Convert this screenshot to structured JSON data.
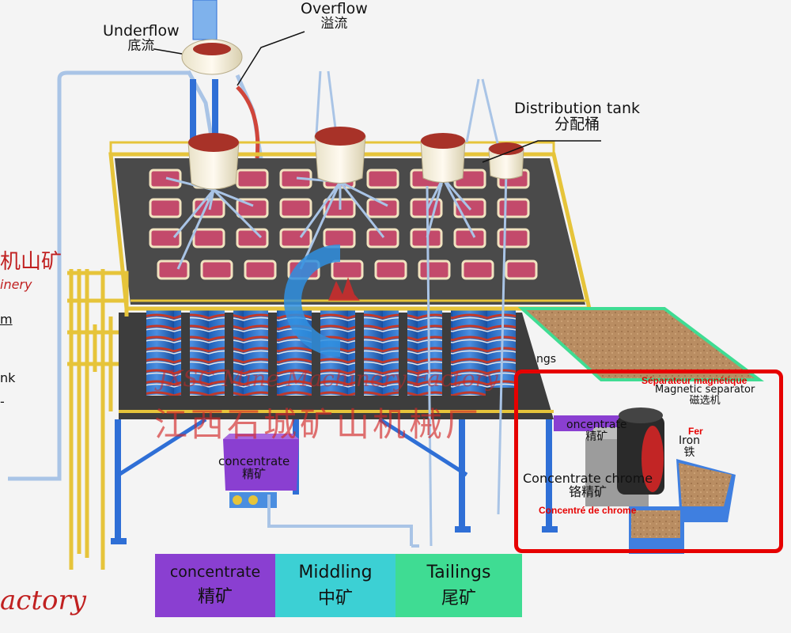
{
  "labels": {
    "underflow_en": "Underflow",
    "underflow_zh": "底流",
    "overflow_en": "Overflow",
    "overflow_zh": "溢流",
    "distribution_en": "Distribution tank",
    "distribution_zh": "分配桶",
    "tailings_partial": "ngs",
    "magsep_en": "Magnetic separator",
    "magsep_zh": "磁选机",
    "concentrate_side_en": "oncentrate",
    "concentrate_side_zh": "精矿",
    "iron_en": "Iron",
    "iron_zh": "铁",
    "conc_chrome_en": "Concentrate chrome",
    "conc_chrome_zh": "铬精矿",
    "concentrate_tank_en": "concentrate",
    "concentrate_tank_zh": "精矿",
    "left_partial_1": "m",
    "left_partial_2": "nk",
    "left_partial_3": "-",
    "left_partial_4": "inery",
    "left_red_zh": "机山矿",
    "factory_partial": "actory"
  },
  "french_labels": {
    "separateur": "Séparateur magnétique",
    "fer": "Fer",
    "concentre_chrome": "Concentré de chrome"
  },
  "watermark": {
    "en": "JXSC Mine Machinery Factory",
    "zh": "江西石城矿山机械厂"
  },
  "legend": [
    {
      "en": "concentrate",
      "zh": "精矿",
      "color": "#8a3fd1"
    },
    {
      "en": "Middling",
      "zh": "中矿",
      "color": "#3cd0d4"
    },
    {
      "en": "Tailings",
      "zh": "尾矿",
      "color": "#3fdc93"
    }
  ],
  "colors": {
    "highlight_frame": "#e60000",
    "platform": "#4a4a4a",
    "railing": "#e6c43a",
    "steel": "#2f6fd6",
    "pipe": "#a9c4e6",
    "overflow_pipe": "#d0453a"
  }
}
